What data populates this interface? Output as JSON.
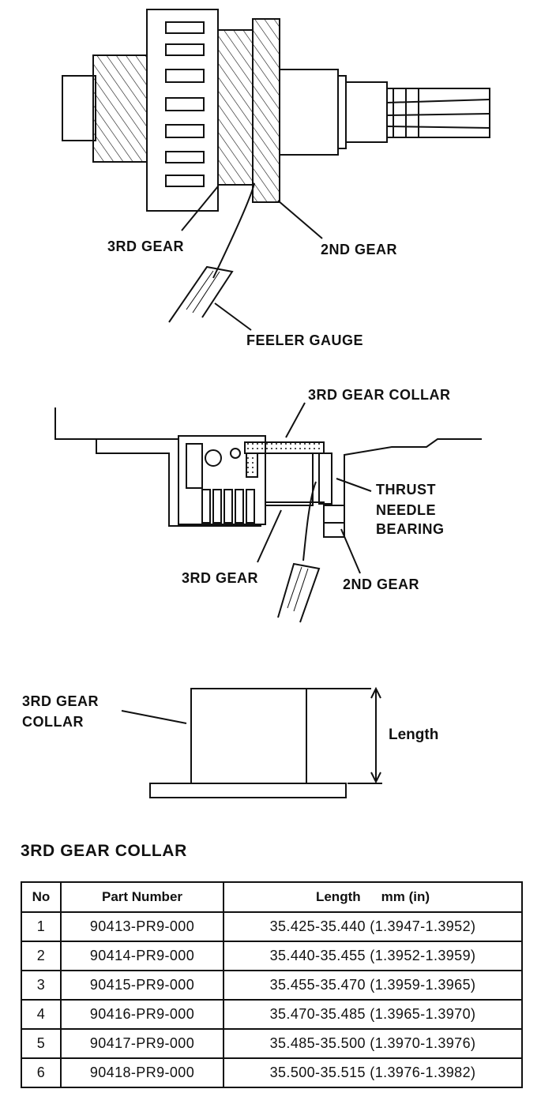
{
  "figure1": {
    "label_3rd_gear": "3RD GEAR",
    "label_2nd_gear": "2ND GEAR",
    "label_feeler_gauge": "FEELER GAUGE"
  },
  "figure2": {
    "label_collar": "3RD GEAR COLLAR",
    "label_thrust_1": "THRUST",
    "label_thrust_2": "NEEDLE",
    "label_thrust_3": "BEARING",
    "label_3rd_gear": "3RD GEAR",
    "label_2nd_gear": "2ND GEAR"
  },
  "figure3": {
    "label_collar_1": "3RD GEAR",
    "label_collar_2": "COLLAR",
    "label_length": "Length"
  },
  "table": {
    "title": "3RD GEAR COLLAR",
    "headers": {
      "no": "No",
      "part": "Part Number",
      "length": "Length",
      "unit": "mm (in)"
    },
    "rows": [
      {
        "no": "1",
        "part": "90413-PR9-000",
        "length": "35.425-35.440 (1.3947-1.3952)"
      },
      {
        "no": "2",
        "part": "90414-PR9-000",
        "length": "35.440-35.455 (1.3952-1.3959)"
      },
      {
        "no": "3",
        "part": "90415-PR9-000",
        "length": "35.455-35.470 (1.3959-1.3965)"
      },
      {
        "no": "4",
        "part": "90416-PR9-000",
        "length": "35.470-35.485 (1.3965-1.3970)"
      },
      {
        "no": "5",
        "part": "90417-PR9-000",
        "length": "35.485-35.500 (1.3970-1.3976)"
      },
      {
        "no": "6",
        "part": "90418-PR9-000",
        "length": "35.500-35.515 (1.3976-1.3982)"
      }
    ]
  }
}
